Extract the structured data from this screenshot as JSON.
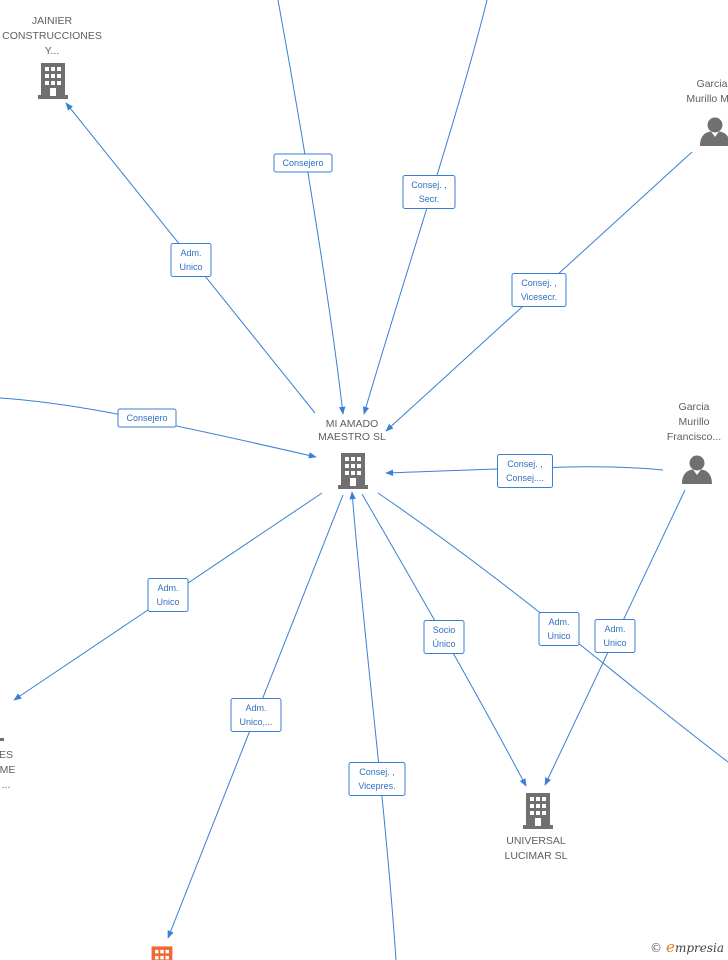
{
  "colors": {
    "edge": "#3a7fd5",
    "label_text": "#2f6fc2",
    "node_text": "#5e5e5e",
    "company_icon": "#707070",
    "highlight_company_icon": "#ee6a35",
    "brand_accent": "#e8791f"
  },
  "nodes": [
    {
      "id": "mi_amado",
      "type": "company",
      "lines": [
        "MI AMADO",
        "MAESTRO  SL"
      ]
    },
    {
      "id": "jainier",
      "type": "company",
      "lines": [
        "JAINIER",
        "CONSTRUCCIONES",
        "Y..."
      ]
    },
    {
      "id": "garcia_top",
      "type": "person",
      "lines": [
        "Garcia",
        "Murillo M..."
      ]
    },
    {
      "id": "garcia_mid",
      "type": "person",
      "lines": [
        "Garcia",
        "Murillo",
        "Francisco..."
      ]
    },
    {
      "id": "universal",
      "type": "company",
      "lines": [
        "UNIVERSAL",
        "LUCIMAR  SL"
      ]
    },
    {
      "id": "left_partial",
      "type": "company-partial",
      "lines": [
        "ES",
        "IME",
        "..."
      ]
    },
    {
      "id": "bottom_red",
      "type": "company-highlight",
      "lines": []
    }
  ],
  "edges": [
    {
      "id": "e1",
      "label": [
        "Adm.",
        "Unico"
      ]
    },
    {
      "id": "e2",
      "label": [
        "Consejero"
      ]
    },
    {
      "id": "e3",
      "label": [
        "Consej. ,",
        "Secr."
      ]
    },
    {
      "id": "e4",
      "label": [
        "Consej. ,",
        "Vicesecr."
      ]
    },
    {
      "id": "e5",
      "label": [
        "Consejero"
      ]
    },
    {
      "id": "e6",
      "label": [
        "Consej. ,",
        "Consej...."
      ]
    },
    {
      "id": "e7",
      "label": [
        "Adm.",
        "Unico"
      ]
    },
    {
      "id": "e8",
      "label": [
        "Adm.",
        "Unico,..."
      ]
    },
    {
      "id": "e9",
      "label": [
        "Consej. ,",
        "Vicepres."
      ]
    },
    {
      "id": "e10",
      "label": [
        "Socio",
        "Único"
      ]
    },
    {
      "id": "e11",
      "label": [
        "Adm.",
        "Unico"
      ]
    },
    {
      "id": "e12",
      "label": [
        "Adm.",
        "Unico"
      ]
    }
  ],
  "brand": {
    "copyright": "©",
    "initial": "e",
    "name": "mpresia"
  }
}
